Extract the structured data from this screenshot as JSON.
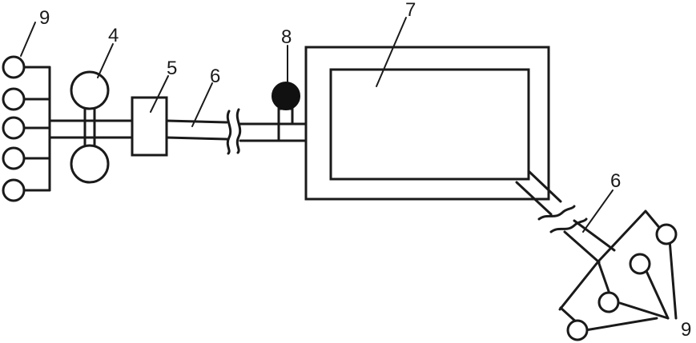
{
  "labels": {
    "nozzles_left": "9",
    "pump_unit": "4",
    "valve": "5",
    "pipe_left": "6",
    "gauge": "8",
    "tank": "7",
    "pipe_right": "6",
    "nozzles_right": "9"
  },
  "colors": {
    "line": "#1a1a1a",
    "gauge_fill": "#111111",
    "background": "#ffffff"
  }
}
